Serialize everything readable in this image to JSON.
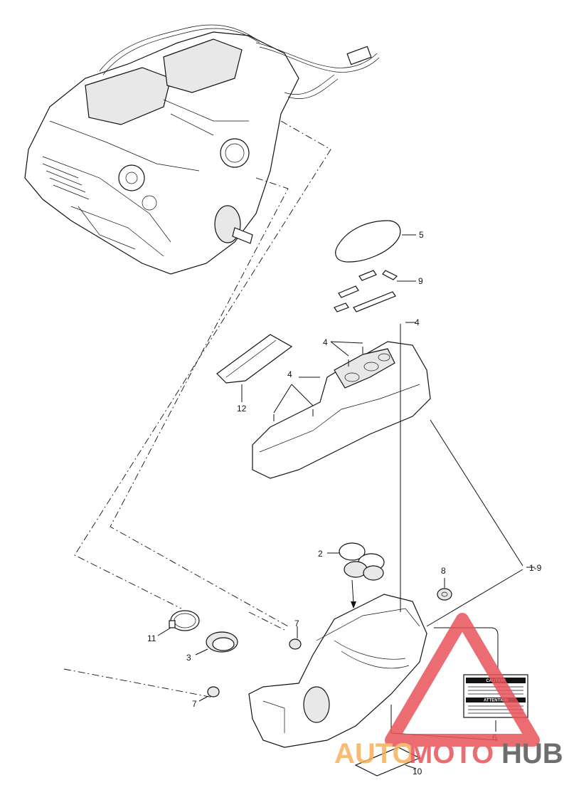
{
  "callouts": {
    "c1_9": "1-9",
    "c2": "2",
    "c3": "3",
    "c4a": "4",
    "c4b": "4",
    "c4c": "4",
    "c5": "5",
    "c6": "6",
    "c7a": "7",
    "c7b": "7",
    "c8": "8",
    "c9": "9",
    "c10": "10",
    "c11": "11",
    "c12": "12"
  },
  "warning_label": {
    "caution": "CAUTION",
    "attention": "ATTENTION"
  },
  "watermark": {
    "part1": "AUTO",
    "part2": "MOTO",
    "part3": "HUB",
    "color_red": "#e8545a",
    "color_orange": "#f5b15a",
    "color_grey": "#555555"
  }
}
